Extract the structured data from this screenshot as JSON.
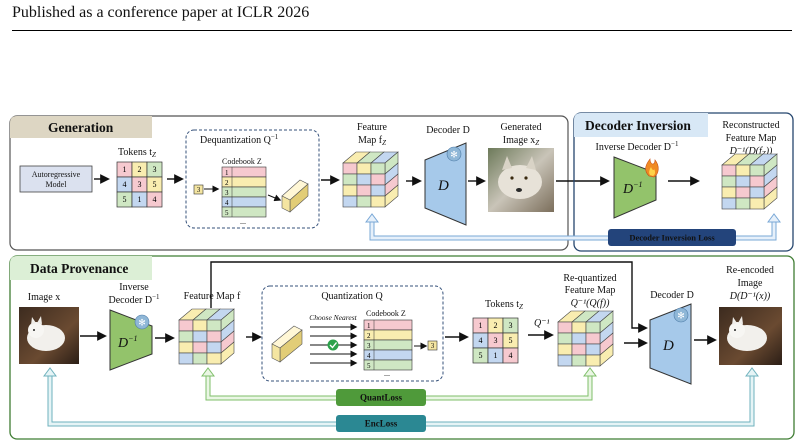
{
  "header": {
    "text": "Published as a conference paper at ICLR 2026"
  },
  "generation": {
    "title": "Generation",
    "ar_model": [
      "Autoregressive",
      "Model"
    ],
    "tokens_label": "Tokens t",
    "tokens_sub": "Z",
    "token_grid": [
      "1",
      "2",
      "3",
      "4",
      "3",
      "5",
      "5",
      "1",
      "4"
    ],
    "dequant_title": "Dequantization Q",
    "dequant_sup": "−1",
    "codebook_label": "Codebook Z",
    "codebook_rows": [
      "1",
      "2",
      "3",
      "4",
      "5"
    ],
    "codebook_index": "3",
    "ellipsis": "...",
    "feature_label_1": "Feature",
    "feature_label_2": "Map f",
    "feature_sub": "Z",
    "decoder_label": "Decoder D",
    "decoder_symbol": "D",
    "generated_1": "Generated",
    "generated_2": "Image x",
    "generated_sub": "Z"
  },
  "inversion": {
    "title": "Decoder Inversion",
    "inverse_label": "Inverse Decoder D",
    "inverse_sup": "−1",
    "inverse_symbol": "D",
    "reconstructed_1": "Reconstructed",
    "reconstructed_2": "Feature Map",
    "reconstructed_3": "D⁻¹(D(f",
    "reconstructed_3_sub": "Z",
    "reconstructed_3_end": "))",
    "loss": "Decoder Inversion Loss"
  },
  "provenance": {
    "title": "Data Provenance",
    "image_label": "Image x",
    "inverse_1": "Inverse",
    "inverse_2": "Decoder D",
    "inverse_sup": "−1",
    "inverse_symbol": "D",
    "feature_label": "Feature Map f",
    "quant_title": "Quantization Q",
    "choose_nearest": "Choose Nearest",
    "codebook_label": "Codebook Z",
    "codebook_rows": [
      "1",
      "2",
      "3",
      "4",
      "5"
    ],
    "codebook_index": "3",
    "ellipsis": "...",
    "tokens_label": "Tokens t",
    "tokens_sub": "Z",
    "token_grid": [
      "1",
      "2",
      "3",
      "4",
      "3",
      "5",
      "5",
      "1",
      "4"
    ],
    "qinv": "Q⁻¹",
    "requant_1": "Re-quantized",
    "requant_2": "Feature Map",
    "requant_3": "Q⁻¹(Q(f))",
    "decoder_label": "Decoder D",
    "decoder_symbol": "D",
    "reencoded_1": "Re-encoded",
    "reencoded_2": "Image",
    "reencoded_3": "D(D⁻¹(x))",
    "quant_loss": "QuantLoss",
    "enc_loss": "EncLoss"
  },
  "colors": {
    "gen_title_bg": "#ddd6c3",
    "inv_title_bg": "#d8e8f6",
    "inv_border": "#25466e",
    "prov_title_bg": "#dcefd6",
    "prov_border": "#3f7d33",
    "inv_loss_bg": "#23447b",
    "quant_loss_bg": "#4f9a3a",
    "enc_loss_bg": "#2b8893",
    "decoder_fill": "#a6c9ea",
    "inverse_fill": "#93c36b",
    "cell_pink": "#f6c9cf",
    "cell_yellow": "#f9edb0",
    "cell_green": "#cfe7c3",
    "cell_blue": "#c3d7f0",
    "vector_yellow": "#f4e5a1"
  }
}
